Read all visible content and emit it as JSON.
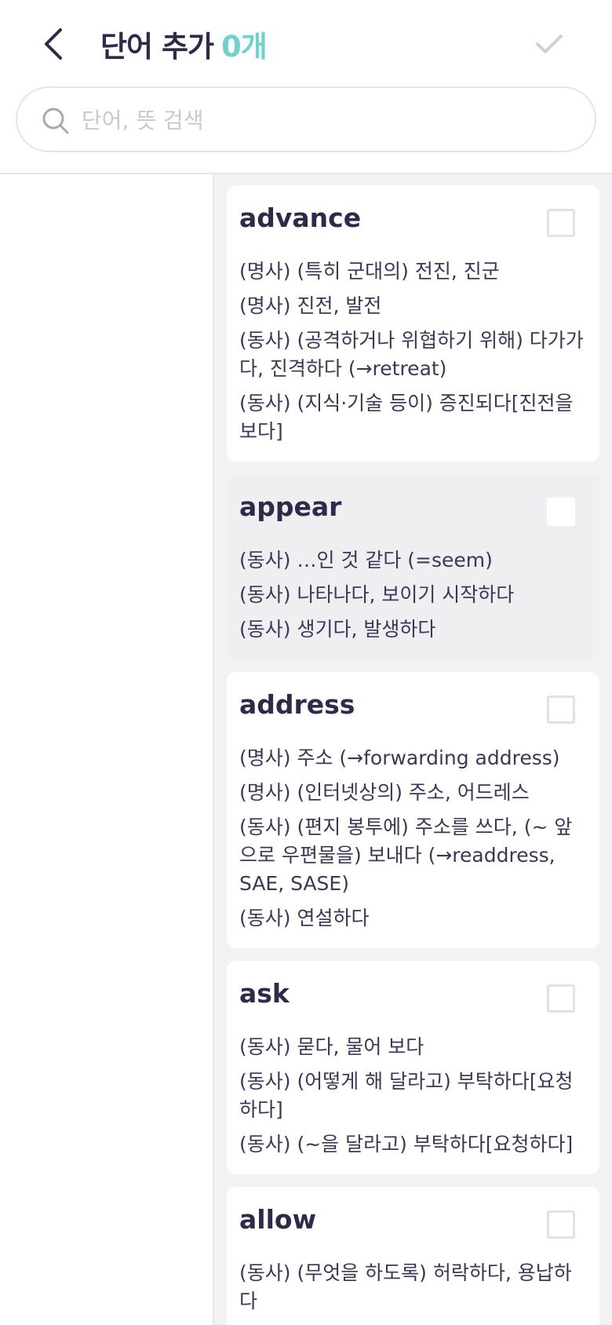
{
  "header": {
    "title": "단어 추가",
    "count": "0개",
    "back_icon": "chevron-left-icon",
    "confirm_icon": "check-icon"
  },
  "search": {
    "placeholder": "단어, 뜻 검색",
    "value": "",
    "icon": "search-icon"
  },
  "words": [
    {
      "word": "advance",
      "selected": false,
      "defs": [
        "(명사) (특히 군대의) 전진, 진군",
        "(명사) 진전, 발전",
        "(동사) (공격하거나 위협하기 위해) 다가가다, 진격하다 (→retreat)",
        "(동사) (지식·기술 등이) 증진되다[진전을 보다]"
      ]
    },
    {
      "word": "appear",
      "selected": true,
      "defs": [
        "(동사) …인 것 같다 (=seem)",
        "(동사) 나타나다, 보이기 시작하다",
        "(동사) 생기다, 발생하다"
      ]
    },
    {
      "word": "address",
      "selected": false,
      "defs": [
        "(명사) 주소 (→forwarding address)",
        "(명사) (인터넷상의) 주소, 어드레스",
        "(동사) (편지 봉투에) 주소를 쓰다, (~ 앞으로 우편물을) 보내다 (→readdress, SAE, SASE)",
        "(동사) 연설하다"
      ]
    },
    {
      "word": "ask",
      "selected": false,
      "defs": [
        "(동사) 묻다, 물어 보다",
        "(동사) (어떻게 해 달라고) 부탁하다[요청하다]",
        "(동사) (~을 달라고) 부탁하다[요청하다]"
      ]
    },
    {
      "word": "allow",
      "selected": false,
      "defs": [
        "(동사) (무엇을 하도록) 허락하다, 용납하다"
      ]
    }
  ],
  "colors": {
    "accent": "#6fd3cc",
    "text": "#2d2b4a",
    "placeholder": "#c8c8d0",
    "list_bg": "#f2f2f4",
    "selected_card": "#efeff2"
  }
}
